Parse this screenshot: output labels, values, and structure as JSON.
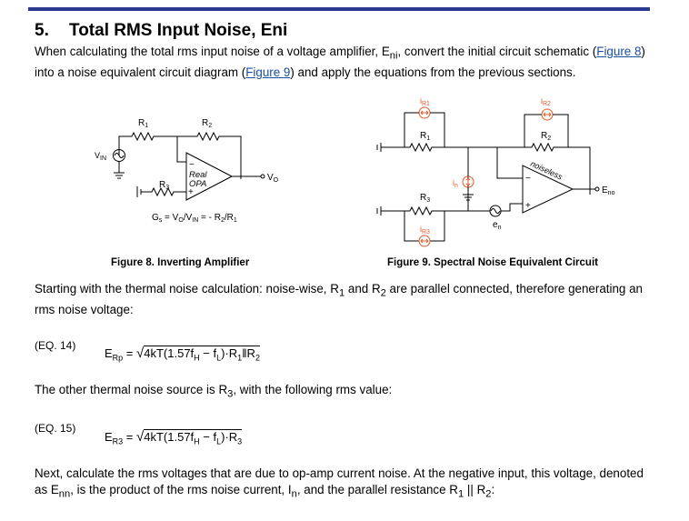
{
  "section": {
    "number": "5.",
    "title": "Total RMS Input Noise, Eni"
  },
  "intro": {
    "part1": "When calculating the total rms input noise of a voltage amplifier, E",
    "sub1": "ni",
    "part2": ", convert the initial circuit schematic (",
    "link1": "Figure 8",
    "part3": ")",
    "line2a": "into a noise equivalent circuit diagram (",
    "link2": "Figure 9",
    "line2b": ") and apply the equations from the previous sections."
  },
  "figure8": {
    "caption": "Figure 8. Inverting Amplifier",
    "r1": "R",
    "r1_sub": "1",
    "r2": "R",
    "r2_sub": "2",
    "r3": "R",
    "r3_sub": "3",
    "vin": "V",
    "vin_sub": "IN",
    "opa_line1": "Real",
    "opa_line2": "OPA",
    "minus": "−",
    "plus": "+",
    "vo": "V",
    "vo_sub": "O",
    "gain": "G",
    "gain_sub": "s",
    "gain_text": " = V",
    "gain_vo_sub": "O",
    "gain_mid": "/V",
    "gain_vin_sub": "IN",
    "gain_end": " = - R",
    "gain_r2_sub": "2",
    "gain_div": "/R",
    "gain_r1_sub": "1"
  },
  "figure9": {
    "caption": "Figure 9. Spectral Noise Equivalent Circuit",
    "ir1": "i",
    "ir1_sub": "R1",
    "ir2": "i",
    "ir2_sub": "R2",
    "ir3": "i",
    "ir3_sub": "R3",
    "r1": "R",
    "r1_sub": "1",
    "r2": "R",
    "r2_sub": "2",
    "r3": "R",
    "r3_sub": "3",
    "in": "i",
    "in_sub": "n",
    "en": "e",
    "en_sub": "n",
    "noiseless": "noiseless",
    "minus": "−",
    "plus": "+",
    "eno": "E",
    "eno_sub": "no"
  },
  "para2": {
    "part1": "Starting with the thermal noise calculation: noise-wise, R",
    "s1": "1",
    "part2": " and R",
    "s2": "2",
    "part3": " are parallel connected, therefore generating an",
    "line2": "rms noise voltage:"
  },
  "eq14": {
    "label": "(EQ. 14)",
    "lhs": "E",
    "lhs_sub": "Rp",
    "eq": " = ",
    "rad": "4kT(1.57f",
    "fh_sub": "H",
    "mid": " − f",
    "fl_sub": "L",
    "end": ")·R",
    "r1_sub": "1",
    "par": "‖R",
    "r2_sub": "2"
  },
  "para3": {
    "part1": "The other thermal noise source is R",
    "s": "3",
    "part2": ", with the following rms value:"
  },
  "eq15": {
    "label": "(EQ. 15)",
    "lhs": "E",
    "lhs_sub": "R3",
    "eq": " = ",
    "rad": "4kT(1.57f",
    "fh_sub": "H",
    "mid": " − f",
    "fl_sub": "L",
    "end": ")·R",
    "r3_sub": "3"
  },
  "para4": {
    "line1": "Next, calculate the rms voltages that are due to op-amp current noise. At the negative input, this voltage, denoted",
    "l2a": "as E",
    "l2s1": "nn",
    "l2b": ", is the product of the rms noise current, I",
    "l2s2": "n",
    "l2c": ", and the parallel resistance R",
    "l2s3": "1",
    "l2d": " || R",
    "l2s4": "2",
    "l2e": ":"
  }
}
